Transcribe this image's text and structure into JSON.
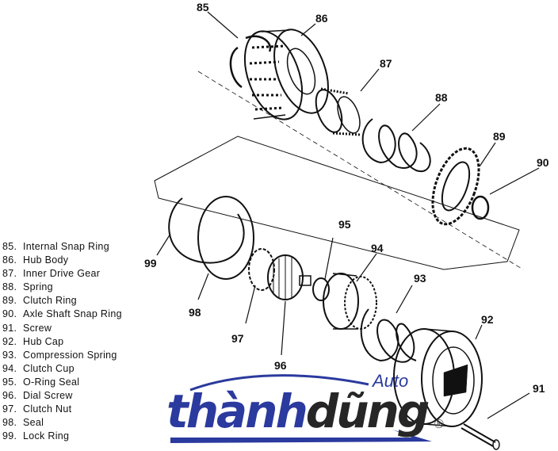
{
  "callouts": [
    "85",
    "86",
    "87",
    "88",
    "89",
    "90",
    "91",
    "92",
    "93",
    "94",
    "95",
    "96",
    "97",
    "98",
    "99"
  ],
  "legend": [
    {
      "num": "85.",
      "name": "Internal Snap Ring"
    },
    {
      "num": "86.",
      "name": "Hub Body"
    },
    {
      "num": "87.",
      "name": "Inner Drive Gear"
    },
    {
      "num": "88.",
      "name": "Spring"
    },
    {
      "num": "89.",
      "name": "Clutch Ring"
    },
    {
      "num": "90.",
      "name": "Axle Shaft Snap Ring"
    },
    {
      "num": "91.",
      "name": "Screw"
    },
    {
      "num": "92.",
      "name": "Hub Cap"
    },
    {
      "num": "93.",
      "name": "Compression Spring"
    },
    {
      "num": "94.",
      "name": "Clutch Cup"
    },
    {
      "num": "95.",
      "name": "O-Ring Seal"
    },
    {
      "num": "96.",
      "name": "Dial Screw"
    },
    {
      "num": "97.",
      "name": "Clutch Nut"
    },
    {
      "num": "98.",
      "name": "Seal"
    },
    {
      "num": "99.",
      "name": "Lock Ring"
    }
  ],
  "watermark": {
    "part1": "thành",
    "part2": "dũng",
    "auto": "Auto",
    "reg": "®",
    "colors": {
      "blue": "#2b3a9e",
      "dark": "#262626"
    }
  }
}
